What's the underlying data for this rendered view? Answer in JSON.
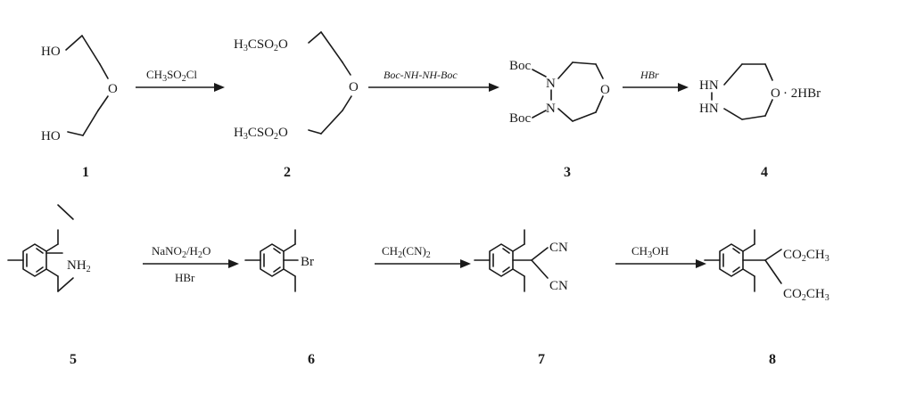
{
  "compounds": [
    {
      "label": "1"
    },
    {
      "label": "2"
    },
    {
      "label": "3"
    },
    {
      "label": "4"
    },
    {
      "label": "5"
    },
    {
      "label": "6"
    },
    {
      "label": "7"
    },
    {
      "label": "8"
    }
  ],
  "atoms": {
    "c1_ho_top": "HO",
    "c1_o": "O",
    "c1_ho_bot": "HO",
    "c2_o": "O",
    "c3_boc_top": "Boc",
    "c3_n_top": "N",
    "c3_n_bot": "N",
    "c3_boc_bot": "Boc",
    "c3_o": "O",
    "c4_hn_top": "HN",
    "c4_hn_bot": "HN",
    "c4_o": "O",
    "c4_salt": "· 2HBr",
    "c6_br": "Br",
    "c7_cn_top": "CN",
    "c7_cn_bot": "CN"
  },
  "reagents": {
    "r1": "CH3SO2Cl",
    "r2": "Boc-NH-NH-Boc",
    "r3": "HBr",
    "r4_top": "NaNO2/H2O",
    "r4_bot": "HBr",
    "r5": "CH2(CN)2",
    "r6": "CH3OH"
  }
}
